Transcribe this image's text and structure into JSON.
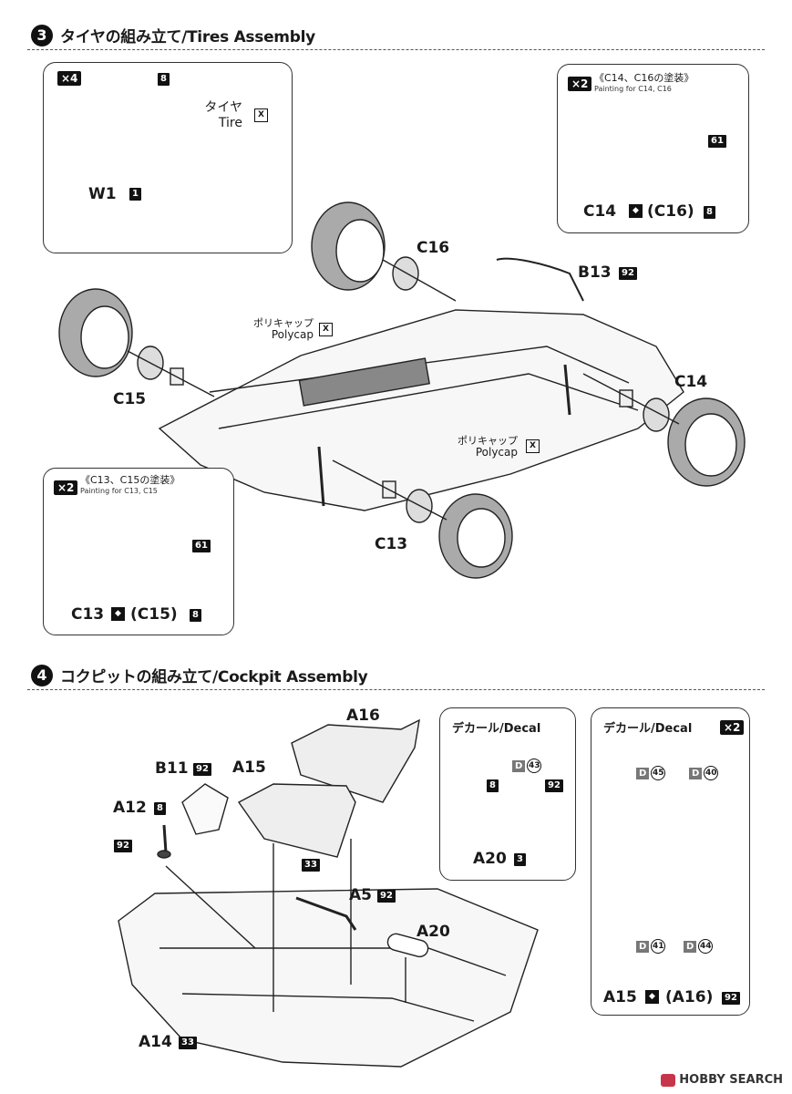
{
  "step3": {
    "number": "3",
    "title": "タイヤの組み立て/Tires Assembly",
    "wheel_panel": {
      "qty": "×4",
      "part_color_8": "8",
      "tire_jp": "タイヤ",
      "tire_en": "Tire",
      "w1": "W1",
      "w1_color": "1"
    },
    "paint_c14_panel": {
      "qty": "×2",
      "title": "《C14、C16の塗装》",
      "subtitle": "Painting for C14, C16",
      "color_61": "61",
      "label": "C14",
      "alt": "(C16)",
      "color_8": "8"
    },
    "labels": {
      "c16": "C16",
      "b13": "B13",
      "b13_color": "92",
      "c15": "C15",
      "c14": "C14",
      "c13": "C13",
      "polycap_jp": "ポリキャップ",
      "polycap_en": "Polycap"
    },
    "paint_c13_panel": {
      "qty": "×2",
      "title": "《C13、C15の塗装》",
      "subtitle": "Painting for C13, C15",
      "color_61": "61",
      "label": "C13",
      "alt": "(C15)",
      "color_8": "8"
    }
  },
  "step4": {
    "number": "4",
    "title": "コクピットの組み立て/Cockpit Assembly",
    "labels": {
      "a16": "A16",
      "a15": "A15",
      "b11": "B11",
      "b11_color": "92",
      "a12": "A12",
      "a12_color": "8",
      "c92": "92",
      "c33": "33",
      "a5": "A5",
      "a5_color": "92",
      "a20": "A20",
      "a14": "A14",
      "a14_color": "33"
    },
    "decal_panel_1": {
      "title": "デカール/Decal",
      "d": "D",
      "n43": "43",
      "c8": "8",
      "c92": "92",
      "a20": "A20",
      "a20_color": "3"
    },
    "decal_panel_2": {
      "title": "デカール/Decal",
      "qty": "×2",
      "d": "D",
      "n45": "45",
      "n40": "40",
      "n41": "41",
      "n44": "44",
      "label": "A15",
      "alt": "(A16)",
      "color": "92"
    }
  },
  "watermark": "HOBBY SEARCH"
}
